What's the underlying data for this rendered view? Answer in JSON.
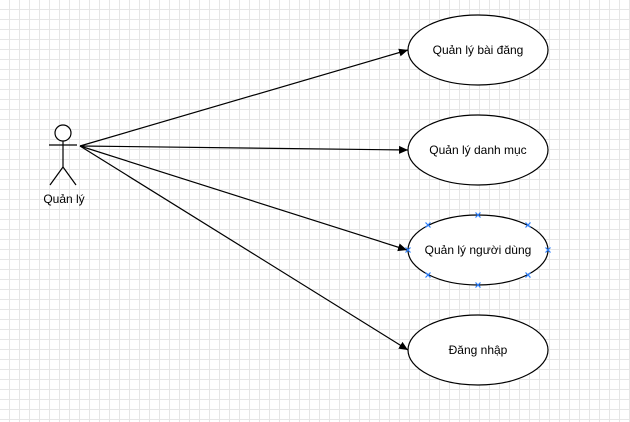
{
  "actor": {
    "label": "Quản lý"
  },
  "use_cases": [
    {
      "label": "Quản lý bài đăng",
      "selected": false
    },
    {
      "label": "Quản lý danh mục",
      "selected": false
    },
    {
      "label": "Quản lý người dùng",
      "selected": true
    },
    {
      "label": "Đăng nhập",
      "selected": false
    }
  ],
  "colors": {
    "line": "#000000",
    "selection_handle": "#2a7fff",
    "grid": "#e6e6e6"
  }
}
